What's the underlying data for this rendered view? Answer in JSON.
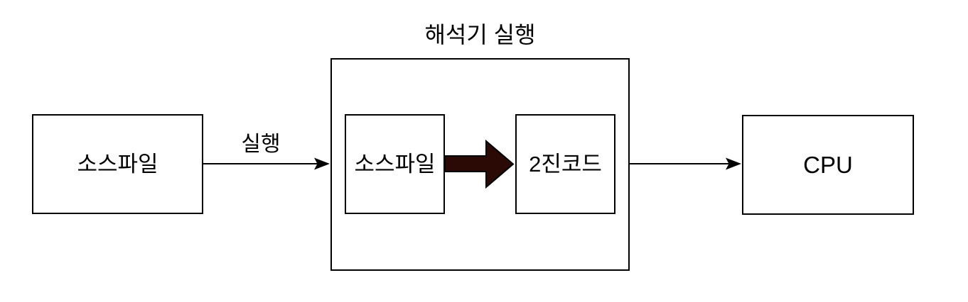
{
  "diagram": {
    "boxes": {
      "source_file": {
        "label": "소스파일"
      },
      "interpreter": {
        "title": "해석기 실행",
        "inner_source": {
          "label": "소스파일"
        },
        "binary": {
          "label": "2진코드"
        }
      },
      "cpu": {
        "label": "CPU"
      }
    },
    "arrows": {
      "execute": {
        "label": "실행"
      }
    },
    "colors": {
      "background": "#ffffff",
      "line": "#000000",
      "thick_arrow_fill": "#2b0a05"
    }
  }
}
